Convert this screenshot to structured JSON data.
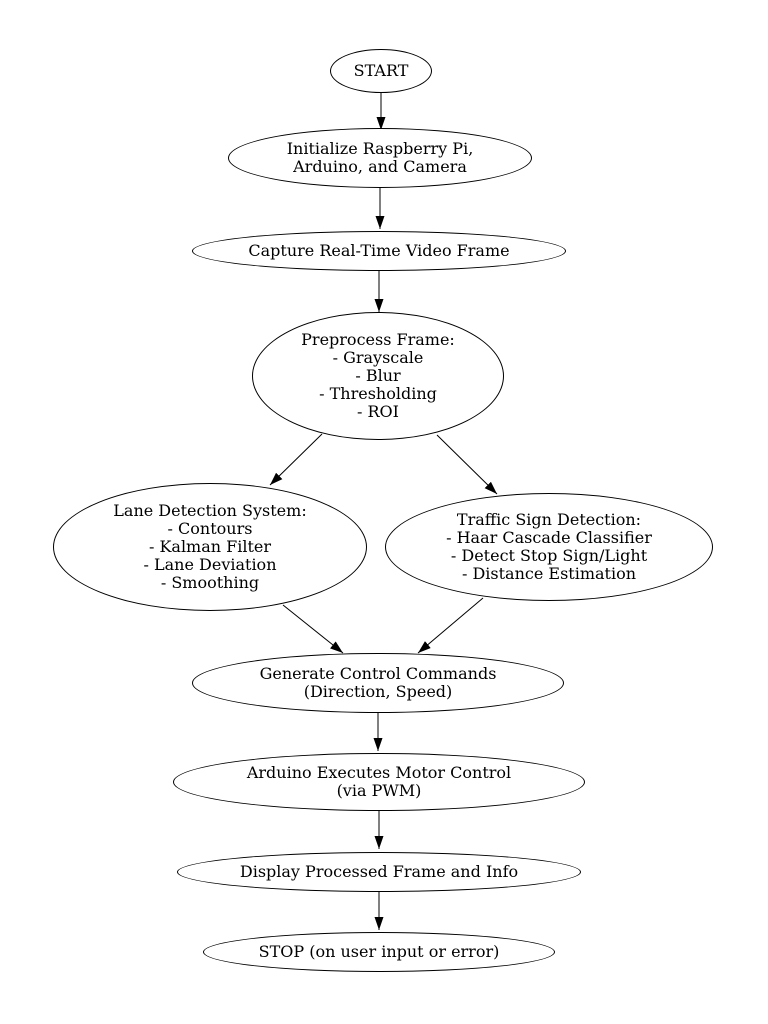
{
  "diagram": {
    "type": "flowchart",
    "colors": {
      "background": "#ffffff",
      "node_fill": "#ffffff",
      "node_stroke": "#000000",
      "text": "#000000",
      "arrow": "#000000"
    },
    "nodes": [
      {
        "id": "start",
        "shape": "ellipse",
        "lines": [
          "START"
        ]
      },
      {
        "id": "init",
        "shape": "ellipse",
        "lines": [
          "Initialize Raspberry Pi,",
          "Arduino, and Camera"
        ]
      },
      {
        "id": "capture",
        "shape": "ellipse",
        "lines": [
          "Capture Real-Time Video Frame"
        ]
      },
      {
        "id": "preprocess",
        "shape": "ellipse",
        "lines": [
          "Preprocess Frame:",
          "- Grayscale",
          "- Blur",
          "- Thresholding",
          "- ROI"
        ]
      },
      {
        "id": "lane-detection",
        "shape": "ellipse",
        "lines": [
          "Lane Detection System:",
          "- Contours",
          "- Kalman Filter",
          "- Lane Deviation",
          "- Smoothing"
        ]
      },
      {
        "id": "traffic-sign-detection",
        "shape": "ellipse",
        "lines": [
          "Traffic Sign Detection:",
          "- Haar Cascade Classifier",
          "- Detect Stop Sign/Light",
          "- Distance Estimation"
        ]
      },
      {
        "id": "generate-commands",
        "shape": "ellipse",
        "lines": [
          "Generate Control Commands",
          "(Direction, Speed)"
        ]
      },
      {
        "id": "arduino-motor",
        "shape": "ellipse",
        "lines": [
          "Arduino Executes Motor Control",
          "(via PWM)"
        ]
      },
      {
        "id": "display-frame",
        "shape": "ellipse",
        "lines": [
          "Display Processed Frame and Info"
        ]
      },
      {
        "id": "stop",
        "shape": "ellipse",
        "lines": [
          "STOP (on user input or error)"
        ]
      }
    ],
    "edges": [
      {
        "from": "start",
        "to": "init"
      },
      {
        "from": "init",
        "to": "capture"
      },
      {
        "from": "capture",
        "to": "preprocess"
      },
      {
        "from": "preprocess",
        "to": "lane-detection"
      },
      {
        "from": "preprocess",
        "to": "traffic-sign-detection"
      },
      {
        "from": "lane-detection",
        "to": "generate-commands"
      },
      {
        "from": "traffic-sign-detection",
        "to": "generate-commands"
      },
      {
        "from": "generate-commands",
        "to": "arduino-motor"
      },
      {
        "from": "arduino-motor",
        "to": "display-frame"
      },
      {
        "from": "display-frame",
        "to": "stop"
      }
    ]
  }
}
